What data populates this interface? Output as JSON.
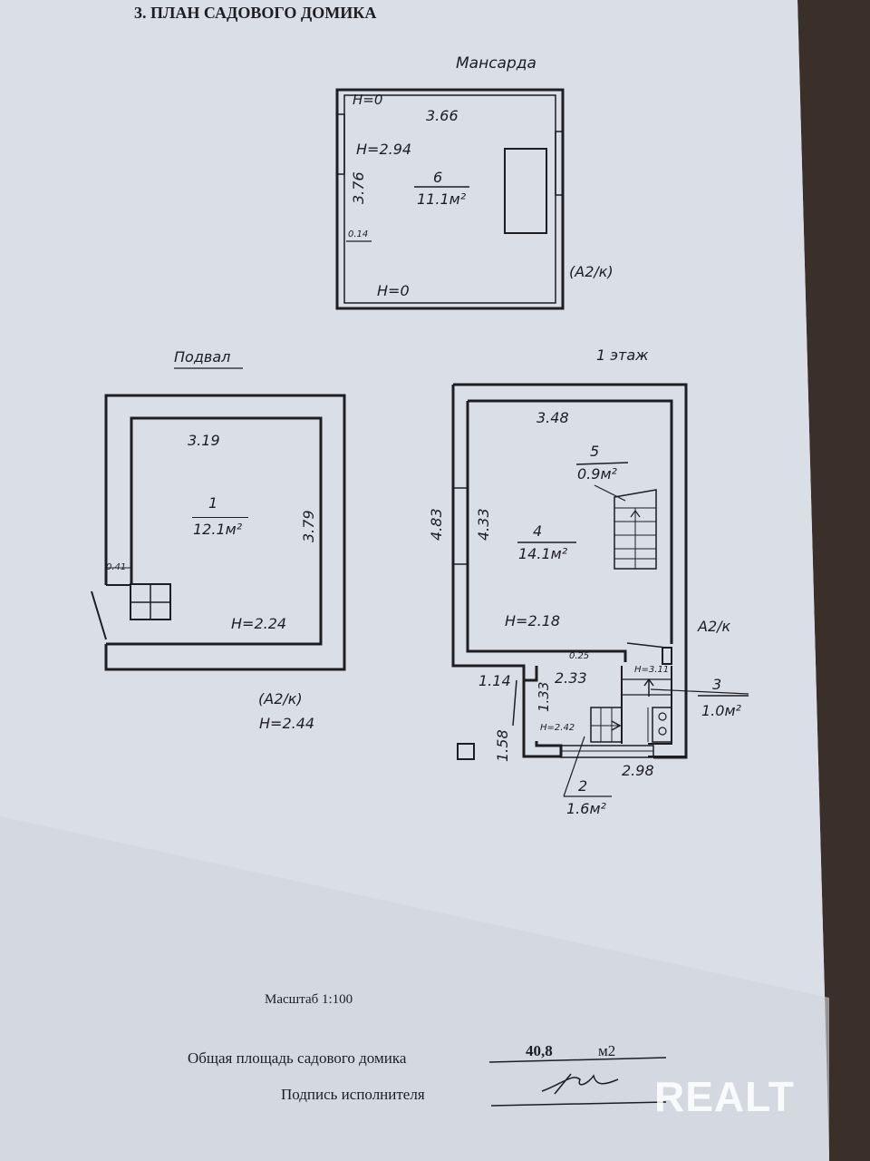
{
  "document": {
    "title": "3. ПЛАН САДОВОГО ДОМИКА",
    "scale": "Масштаб 1:100",
    "total_area_label": "Общая площадь садового домика",
    "total_area_value": "40,8",
    "total_area_unit": "м2",
    "signature_label": "Подпись исполнителя",
    "watermark": "REALT"
  },
  "mansard": {
    "label": "Мансарда",
    "h_top": "H=0",
    "width": "3.66",
    "height_h": "H=2.94",
    "depth": "3.76",
    "room_no": "6",
    "room_area": "11.1м²",
    "wall": "0.14",
    "h_bottom": "H=0",
    "class": "(A2/к)"
  },
  "basement": {
    "label": "Подвал",
    "width": "3.19",
    "room_no": "1",
    "room_area": "12.1м²",
    "depth": "3.79",
    "wall": "0.41",
    "height_h": "H=2.24",
    "class": "(A2/к)",
    "outer_h": "H=2.44"
  },
  "floor1": {
    "label": "1 этаж",
    "width": "3.48",
    "room5_no": "5",
    "room5_area": "0.9м²",
    "outer_depth": "4.83",
    "inner_depth": "4.33",
    "room4_no": "4",
    "room4_area": "14.1м²",
    "height_h": "H=2.18",
    "class": "A2/к",
    "wall": "0.25",
    "dim_114": "1.14",
    "dim_233": "2.33",
    "dim_133": "1.33",
    "h_311": "H=3.11",
    "room3_no": "3",
    "room3_area": "1.0м²",
    "h_242": "H=2.42",
    "dim_158": "1.58",
    "dim_298": "2.98",
    "room2_no": "2",
    "room2_area": "1.6м²"
  }
}
